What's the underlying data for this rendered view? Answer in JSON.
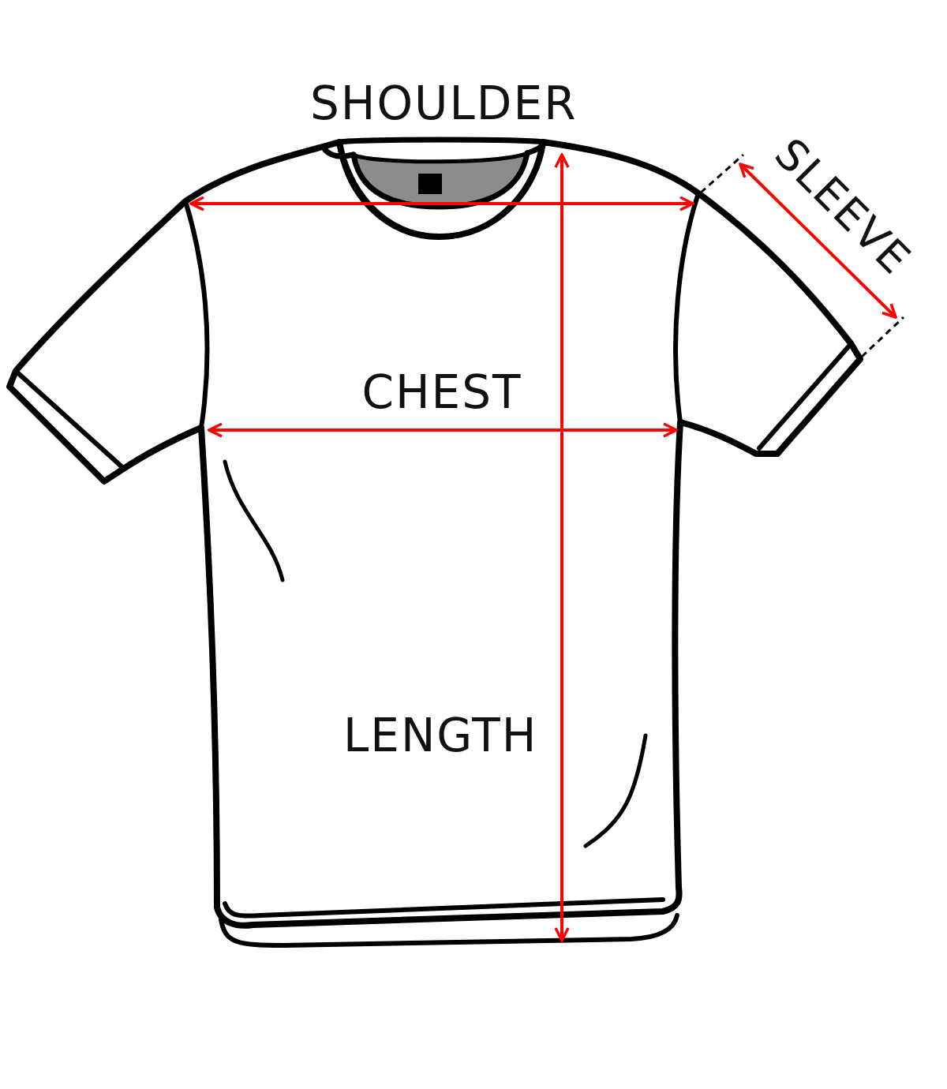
{
  "diagram": {
    "labels": [
      "SHOULDER",
      "SLEEVE",
      "CHEST",
      "LENGTH"
    ]
  }
}
